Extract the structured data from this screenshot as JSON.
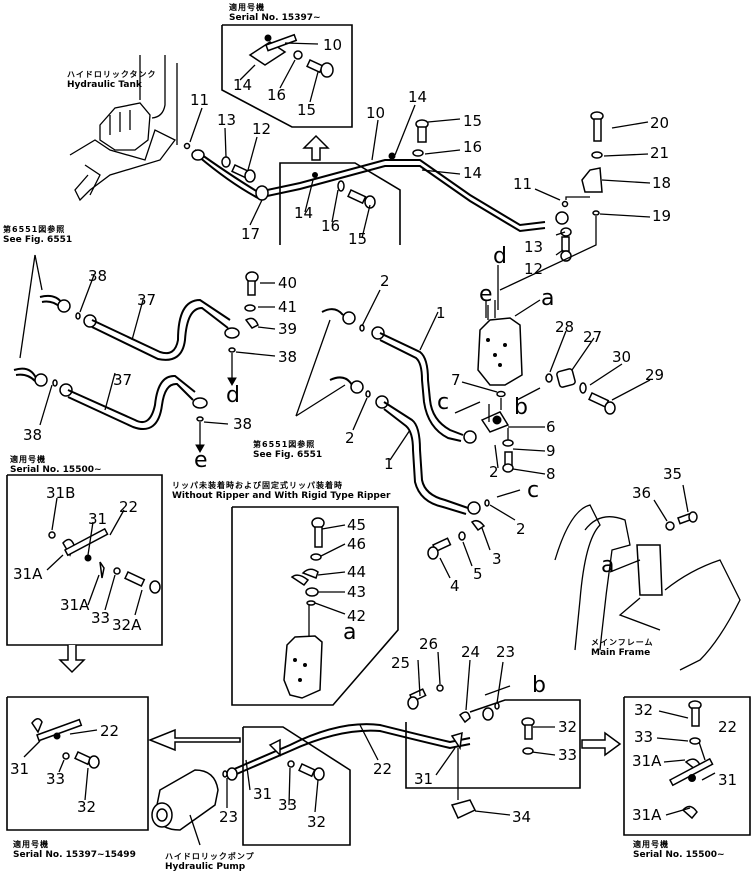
{
  "title": "Hydraulic Piping Parts Diagram",
  "captions": {
    "serial_top": {
      "jp": "適用号機",
      "en": "Serial No. 15397~"
    },
    "hydraulic_tank": {
      "jp": "ハイドロリックタンク",
      "en": "Hydraulic Tank"
    },
    "see_fig_left": {
      "jp": "第6551図参照",
      "en": "See Fig. 6551"
    },
    "see_fig_center": {
      "jp": "第6551図参照",
      "en": "See Fig. 6551"
    },
    "serial_left_mid": {
      "jp": "適用号機",
      "en": "Serial No. 15500~"
    },
    "ripper_note": {
      "jp": "リッパ未装着時および固定式リッパ装着時",
      "en": "Without Ripper and With Rigid Type Ripper"
    },
    "main_frame": {
      "jp": "メインフレーム",
      "en": "Main Frame"
    },
    "serial_bottom_left": {
      "jp": "適用号機",
      "en": "Serial No. 15397~15499"
    },
    "hydraulic_pump": {
      "jp": "ハイドロリックポンプ",
      "en": "Hydraulic Pump"
    },
    "serial_bottom_right": {
      "jp": "適用号機",
      "en": "Serial No. 15500~"
    }
  },
  "part_labels": {
    "top_inset": [
      "10",
      "14",
      "16",
      "15"
    ],
    "tank_area": [
      "11",
      "13",
      "12",
      "17",
      "14",
      "16",
      "15",
      "10"
    ],
    "upper_right": [
      "14",
      "15",
      "16",
      "14",
      "11",
      "13",
      "12",
      "20",
      "21",
      "18",
      "19"
    ],
    "left_tubes": [
      "38",
      "37",
      "40",
      "41",
      "39",
      "38",
      "37",
      "38",
      "38"
    ],
    "center_tubes": [
      "2",
      "1",
      "2",
      "1",
      "2",
      "2"
    ],
    "valve_area": [
      "7",
      "28",
      "27",
      "30",
      "29",
      "6",
      "9",
      "8"
    ],
    "fittings": [
      "3",
      "5",
      "4",
      "36",
      "35"
    ],
    "inset_left_mid": [
      "31B",
      "22",
      "31",
      "31A",
      "31A",
      "33",
      "32A"
    ],
    "inset_center": [
      "45",
      "46",
      "44",
      "43",
      "42"
    ],
    "lower_line": [
      "25",
      "26",
      "24",
      "23",
      "32",
      "33",
      "31",
      "22",
      "34"
    ],
    "inset_bottom_left": [
      "22",
      "31",
      "33",
      "32"
    ],
    "inset_bottom_center": [
      "23",
      "31",
      "33",
      "32"
    ],
    "inset_bottom_right": [
      "32",
      "22",
      "33",
      "31A",
      "31",
      "31A"
    ]
  },
  "port_letters": {
    "d_valve": "d",
    "e_valve": "e",
    "a_valve": "a",
    "b_valve": "b",
    "c_valve": "c",
    "d_tube": "d",
    "e_tube": "e",
    "c_right": "c",
    "a_inset": "a",
    "a_frame": "a",
    "b_lower": "b"
  }
}
